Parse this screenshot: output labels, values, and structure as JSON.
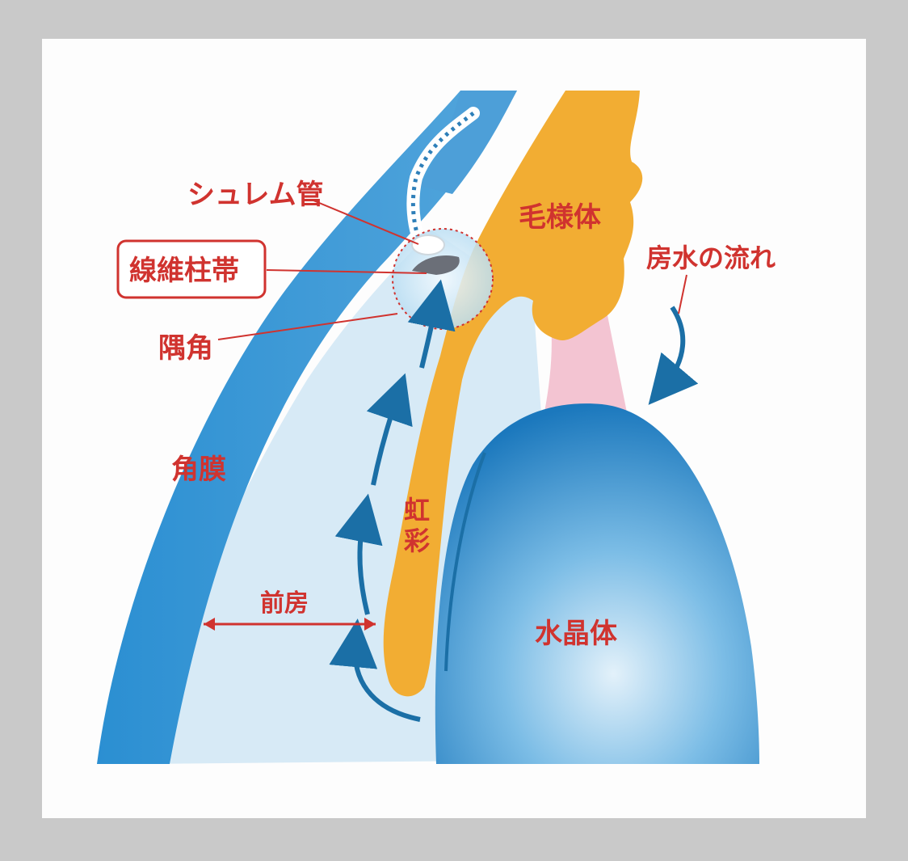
{
  "labels": {
    "schlemm_canal": "シュレム管",
    "trabecular_meshwork": "線維柱帯",
    "angle": "隅角",
    "cornea": "角膜",
    "anterior_chamber": "前房",
    "iris": "虹彩",
    "ciliary_body": "毛様体",
    "aqueous_flow": "房水の流れ",
    "lens": "水晶体"
  },
  "colors": {
    "page_border": "#c9c9c9",
    "paper": "#fdfdfd",
    "cornea": "#2b8cd0",
    "chamber": "#d7eaf6",
    "iris": "#f2ad33",
    "lens": "#1f7fc4",
    "zonule": "#f3c4d2",
    "arrow": "#1b6fa6",
    "label_red": "#d0332f"
  }
}
